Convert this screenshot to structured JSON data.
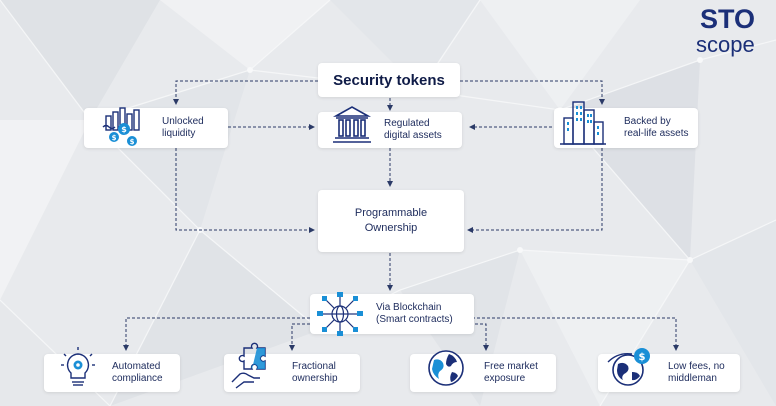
{
  "logo": {
    "line1": "STO",
    "line2": "scope"
  },
  "nodes": {
    "security_tokens": "Security tokens",
    "unlocked_liquidity": [
      "Unlocked",
      "liquidity"
    ],
    "regulated_assets": [
      "Regulated",
      "digital assets"
    ],
    "backed_assets": [
      "Backed by",
      "real-life assets"
    ],
    "programmable": [
      "Programmable",
      "Ownership"
    ],
    "blockchain": [
      "Via Blockchain",
      "(Smart contracts)"
    ],
    "automated": [
      "Automated",
      "compliance"
    ],
    "fractional": [
      "Fractional",
      "ownership"
    ],
    "free_market": [
      "Free market",
      "exposure"
    ],
    "low_fees": [
      "Low fees, no",
      "middleman"
    ]
  },
  "colors": {
    "primary": "#1b2f78",
    "accent": "#1a8fd6",
    "line": "#2b3a67"
  },
  "icons": [
    "bar-chart-coins-icon",
    "bank-building-icon",
    "city-buildings-icon",
    "network-globe-icon",
    "lightbulb-gear-icon",
    "puzzle-hand-icon",
    "globe-icon",
    "globe-dollar-icon"
  ]
}
